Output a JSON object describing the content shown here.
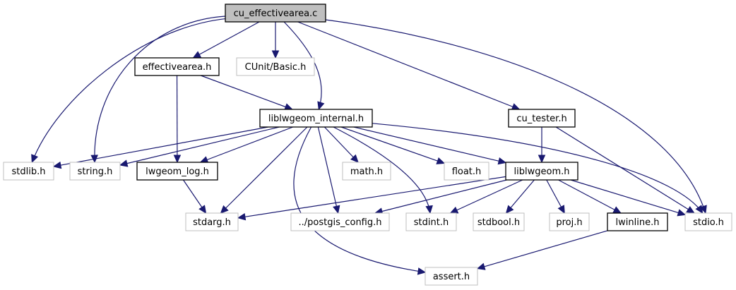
{
  "diagram": {
    "title": "cu_effectivearea.c",
    "colors": {
      "edge": "#191970",
      "root_fill": "#bfbfbf",
      "documented_border": "#000000",
      "external_border": "#bfbfbf"
    },
    "nodes": [
      {
        "id": "root",
        "label": "cu_effectivearea.c",
        "kind": "root"
      },
      {
        "id": "effectivearea",
        "label": "effectivearea.h",
        "kind": "documented"
      },
      {
        "id": "cunit",
        "label": "CUnit/Basic.h",
        "kind": "external"
      },
      {
        "id": "internal",
        "label": "liblwgeom_internal.h",
        "kind": "documented"
      },
      {
        "id": "cutester",
        "label": "cu_tester.h",
        "kind": "documented"
      },
      {
        "id": "stdlib",
        "label": "stdlib.h",
        "kind": "external"
      },
      {
        "id": "string",
        "label": "string.h",
        "kind": "external"
      },
      {
        "id": "lwlog",
        "label": "lwgeom_log.h",
        "kind": "documented"
      },
      {
        "id": "math",
        "label": "math.h",
        "kind": "external"
      },
      {
        "id": "float",
        "label": "float.h",
        "kind": "external"
      },
      {
        "id": "liblwgeom",
        "label": "liblwgeom.h",
        "kind": "documented"
      },
      {
        "id": "stdarg",
        "label": "stdarg.h",
        "kind": "external"
      },
      {
        "id": "pgconfig",
        "label": "../postgis_config.h",
        "kind": "external"
      },
      {
        "id": "stdint",
        "label": "stdint.h",
        "kind": "external"
      },
      {
        "id": "stdbool",
        "label": "stdbool.h",
        "kind": "external"
      },
      {
        "id": "proj",
        "label": "proj.h",
        "kind": "external"
      },
      {
        "id": "lwinline",
        "label": "lwinline.h",
        "kind": "documented"
      },
      {
        "id": "stdio",
        "label": "stdio.h",
        "kind": "external"
      },
      {
        "id": "assert",
        "label": "assert.h",
        "kind": "external"
      }
    ],
    "edges": [
      [
        "root",
        "effectivearea"
      ],
      [
        "root",
        "cunit"
      ],
      [
        "root",
        "internal"
      ],
      [
        "root",
        "cutester"
      ],
      [
        "root",
        "stdlib"
      ],
      [
        "root",
        "string"
      ],
      [
        "root",
        "stdio"
      ],
      [
        "effectivearea",
        "internal"
      ],
      [
        "effectivearea",
        "lwlog"
      ],
      [
        "internal",
        "stdlib"
      ],
      [
        "internal",
        "string"
      ],
      [
        "internal",
        "lwlog"
      ],
      [
        "internal",
        "math"
      ],
      [
        "internal",
        "float"
      ],
      [
        "internal",
        "liblwgeom"
      ],
      [
        "internal",
        "stdarg"
      ],
      [
        "internal",
        "pgconfig"
      ],
      [
        "internal",
        "stdint"
      ],
      [
        "internal",
        "assert"
      ],
      [
        "internal",
        "stdio"
      ],
      [
        "cutester",
        "liblwgeom"
      ],
      [
        "cutester",
        "stdio"
      ],
      [
        "lwlog",
        "stdarg"
      ],
      [
        "liblwgeom",
        "stdarg"
      ],
      [
        "liblwgeom",
        "pgconfig"
      ],
      [
        "liblwgeom",
        "stdint"
      ],
      [
        "liblwgeom",
        "stdbool"
      ],
      [
        "liblwgeom",
        "proj"
      ],
      [
        "liblwgeom",
        "lwinline"
      ],
      [
        "liblwgeom",
        "stdio"
      ],
      [
        "lwinline",
        "assert"
      ]
    ]
  }
}
